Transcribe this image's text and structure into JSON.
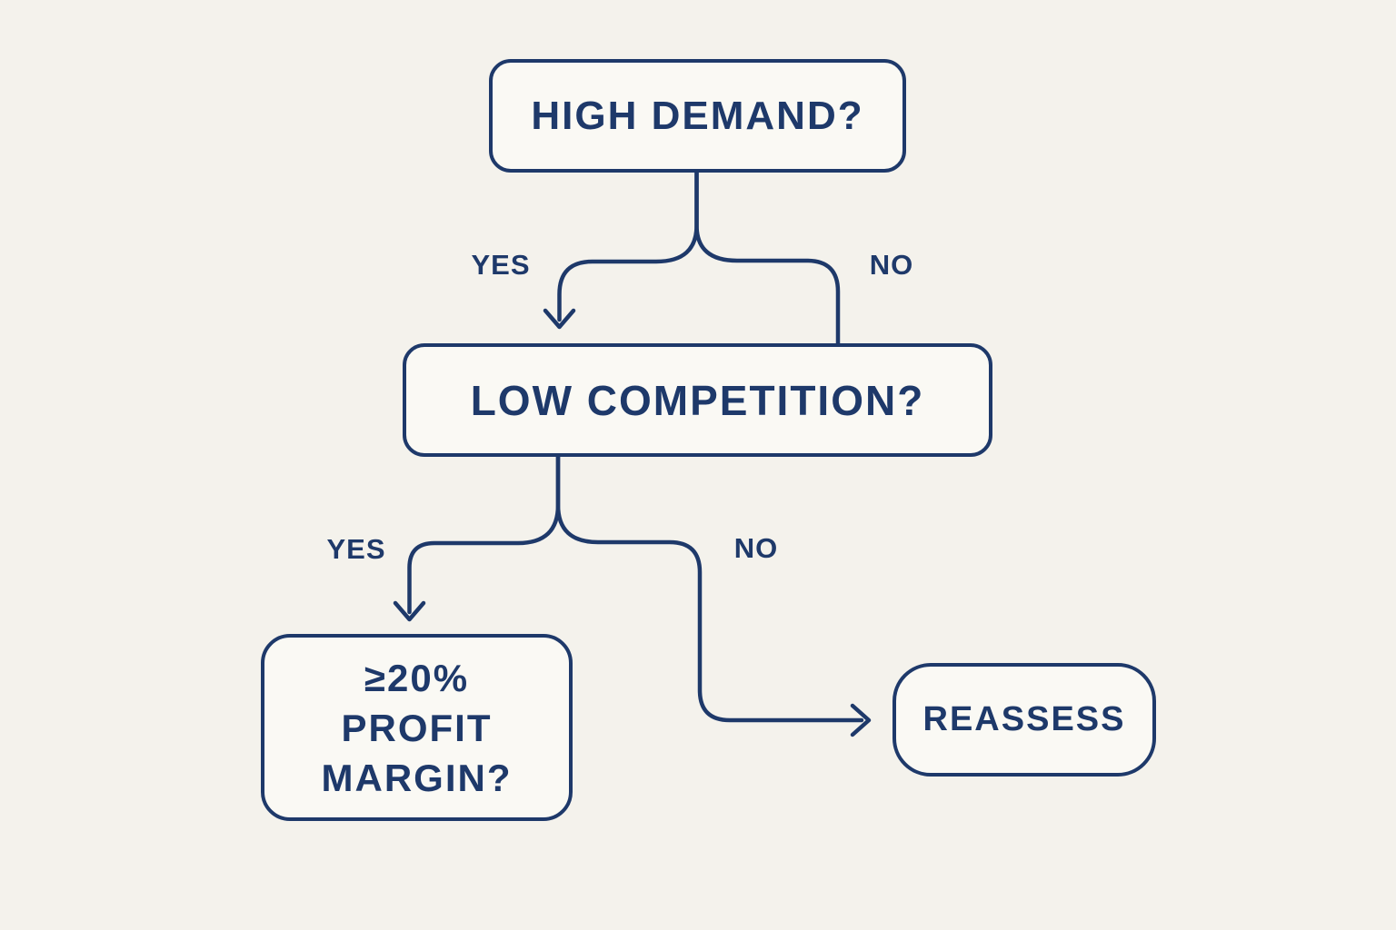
{
  "diagram": {
    "type": "decision-flowchart",
    "nodes": {
      "high_demand": {
        "label": "HIGH DEMAND?"
      },
      "low_competition": {
        "label": "LOW COMPETITION?"
      },
      "profit_margin": {
        "label": "≥20%\nPROFIT\nMARGIN?"
      },
      "reassess": {
        "label": "REASSESS"
      }
    },
    "edges": {
      "high_demand_yes": {
        "label": "YES",
        "from": "high_demand",
        "to": "low_competition",
        "arrowhead": true
      },
      "high_demand_no": {
        "label": "NO",
        "from": "high_demand",
        "to": "low_competition",
        "arrowhead": false
      },
      "low_competition_yes": {
        "label": "YES",
        "from": "low_competition",
        "to": "profit_margin",
        "arrowhead": true
      },
      "low_competition_no": {
        "label": "NO",
        "from": "low_competition",
        "to": "reassess",
        "arrowhead": true
      }
    }
  },
  "colors": {
    "ink": "#1e396a",
    "background": "#f4f2ec",
    "node_fill": "#faf9f4"
  }
}
